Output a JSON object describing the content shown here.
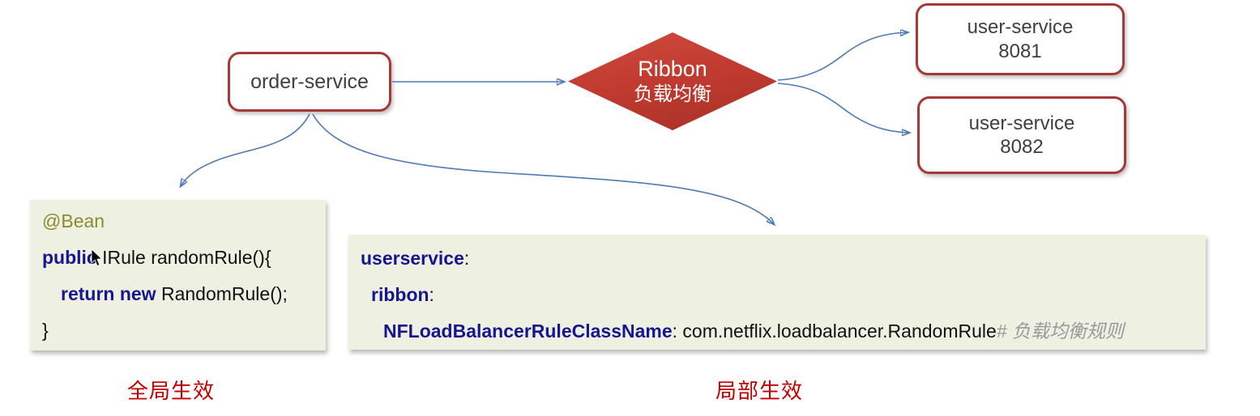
{
  "flow": {
    "order_service": {
      "label": "order-service"
    },
    "ribbon_diamond": {
      "line1": "Ribbon",
      "line2": "负载均衡"
    },
    "user_service_1": {
      "line1": "user-service",
      "line2": "8081"
    },
    "user_service_2": {
      "line1": "user-service",
      "line2": "8082"
    }
  },
  "code_left": {
    "line1_annotation": "@Bean",
    "line2_keyword": "public ",
    "line2_rest": "IRule randomRule(){",
    "line3_keyword": "return new ",
    "line3_rest": "RandomRule();",
    "line4": "}"
  },
  "code_right": {
    "line1_key": "userservice",
    "line1_colon": ":",
    "line2_key": "ribbon",
    "line2_colon": ":",
    "line3_key": "NFLoadBalancerRuleClassName",
    "line3_value": ": com.netflix.loadbalancer.RandomRule",
    "line3_comment": "# 负载均衡规则"
  },
  "captions": {
    "left": "全局生效",
    "right": "局部生效"
  },
  "colors": {
    "node_border_red": "#a33a36",
    "diamond_red": "#c23b31",
    "arrow_blue": "#4e7ab5",
    "code_background": "#eef0e2",
    "keyword_navy": "#16168f",
    "annotation_olive": "#8b8b2e",
    "comment_gray": "#9a9a9a",
    "caption_red": "#c00000",
    "node_text_gray": "#3f3f3f"
  }
}
